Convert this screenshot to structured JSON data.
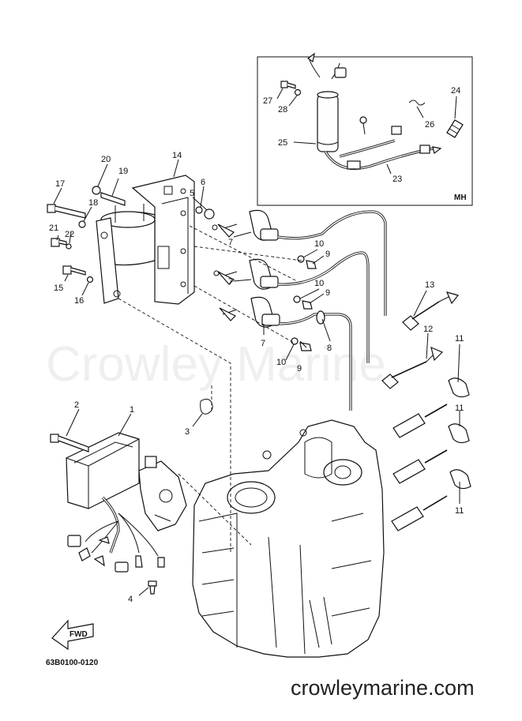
{
  "inset": {
    "code": "MH"
  },
  "watermark": "Crowley Marine",
  "website": "crowleymarine.com",
  "drawing_number": "63B0100-0120",
  "fwd_label": "FWD",
  "callouts": {
    "c1": "1",
    "c2": "2",
    "c3": "3",
    "c4": "4",
    "c5": "5",
    "c6": "6",
    "c7a": "7",
    "c7b": "7",
    "c7c": "7",
    "c8": "8",
    "c9a": "9",
    "c9b": "9",
    "c9c": "9",
    "c10a": "10",
    "c10b": "10",
    "c10c": "10",
    "c11a": "11",
    "c11b": "11",
    "c11c": "11",
    "c12": "12",
    "c13": "13",
    "c14": "14",
    "c15": "15",
    "c16": "16",
    "c17": "17",
    "c18": "18",
    "c19": "19",
    "c20": "20",
    "c21": "21",
    "c22": "22",
    "c23": "23",
    "c24": "24",
    "c25": "25",
    "c26": "26",
    "c27": "27",
    "c28": "28"
  }
}
